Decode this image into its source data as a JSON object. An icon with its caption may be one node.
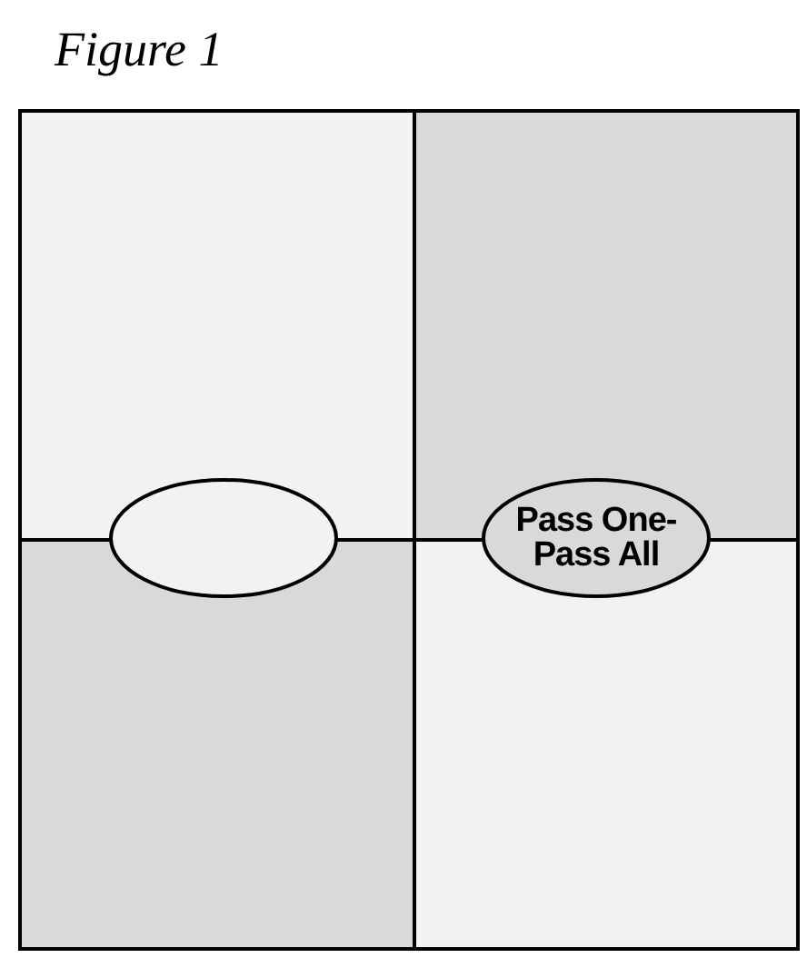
{
  "diagram": {
    "title": "Figure 1",
    "nodes": [
      {
        "text": [],
        "shape": "box"
      },
      {
        "text": [],
        "shape": "box"
      },
      {
        "text": [],
        "shape": "box"
      },
      {
        "text": [],
        "shape": "box"
      },
      {
        "text": [],
        "shape": "ellipse"
      },
      {
        "text": [
          "Pass One- Pass All"
        ]
      }
    ]
  }
}
